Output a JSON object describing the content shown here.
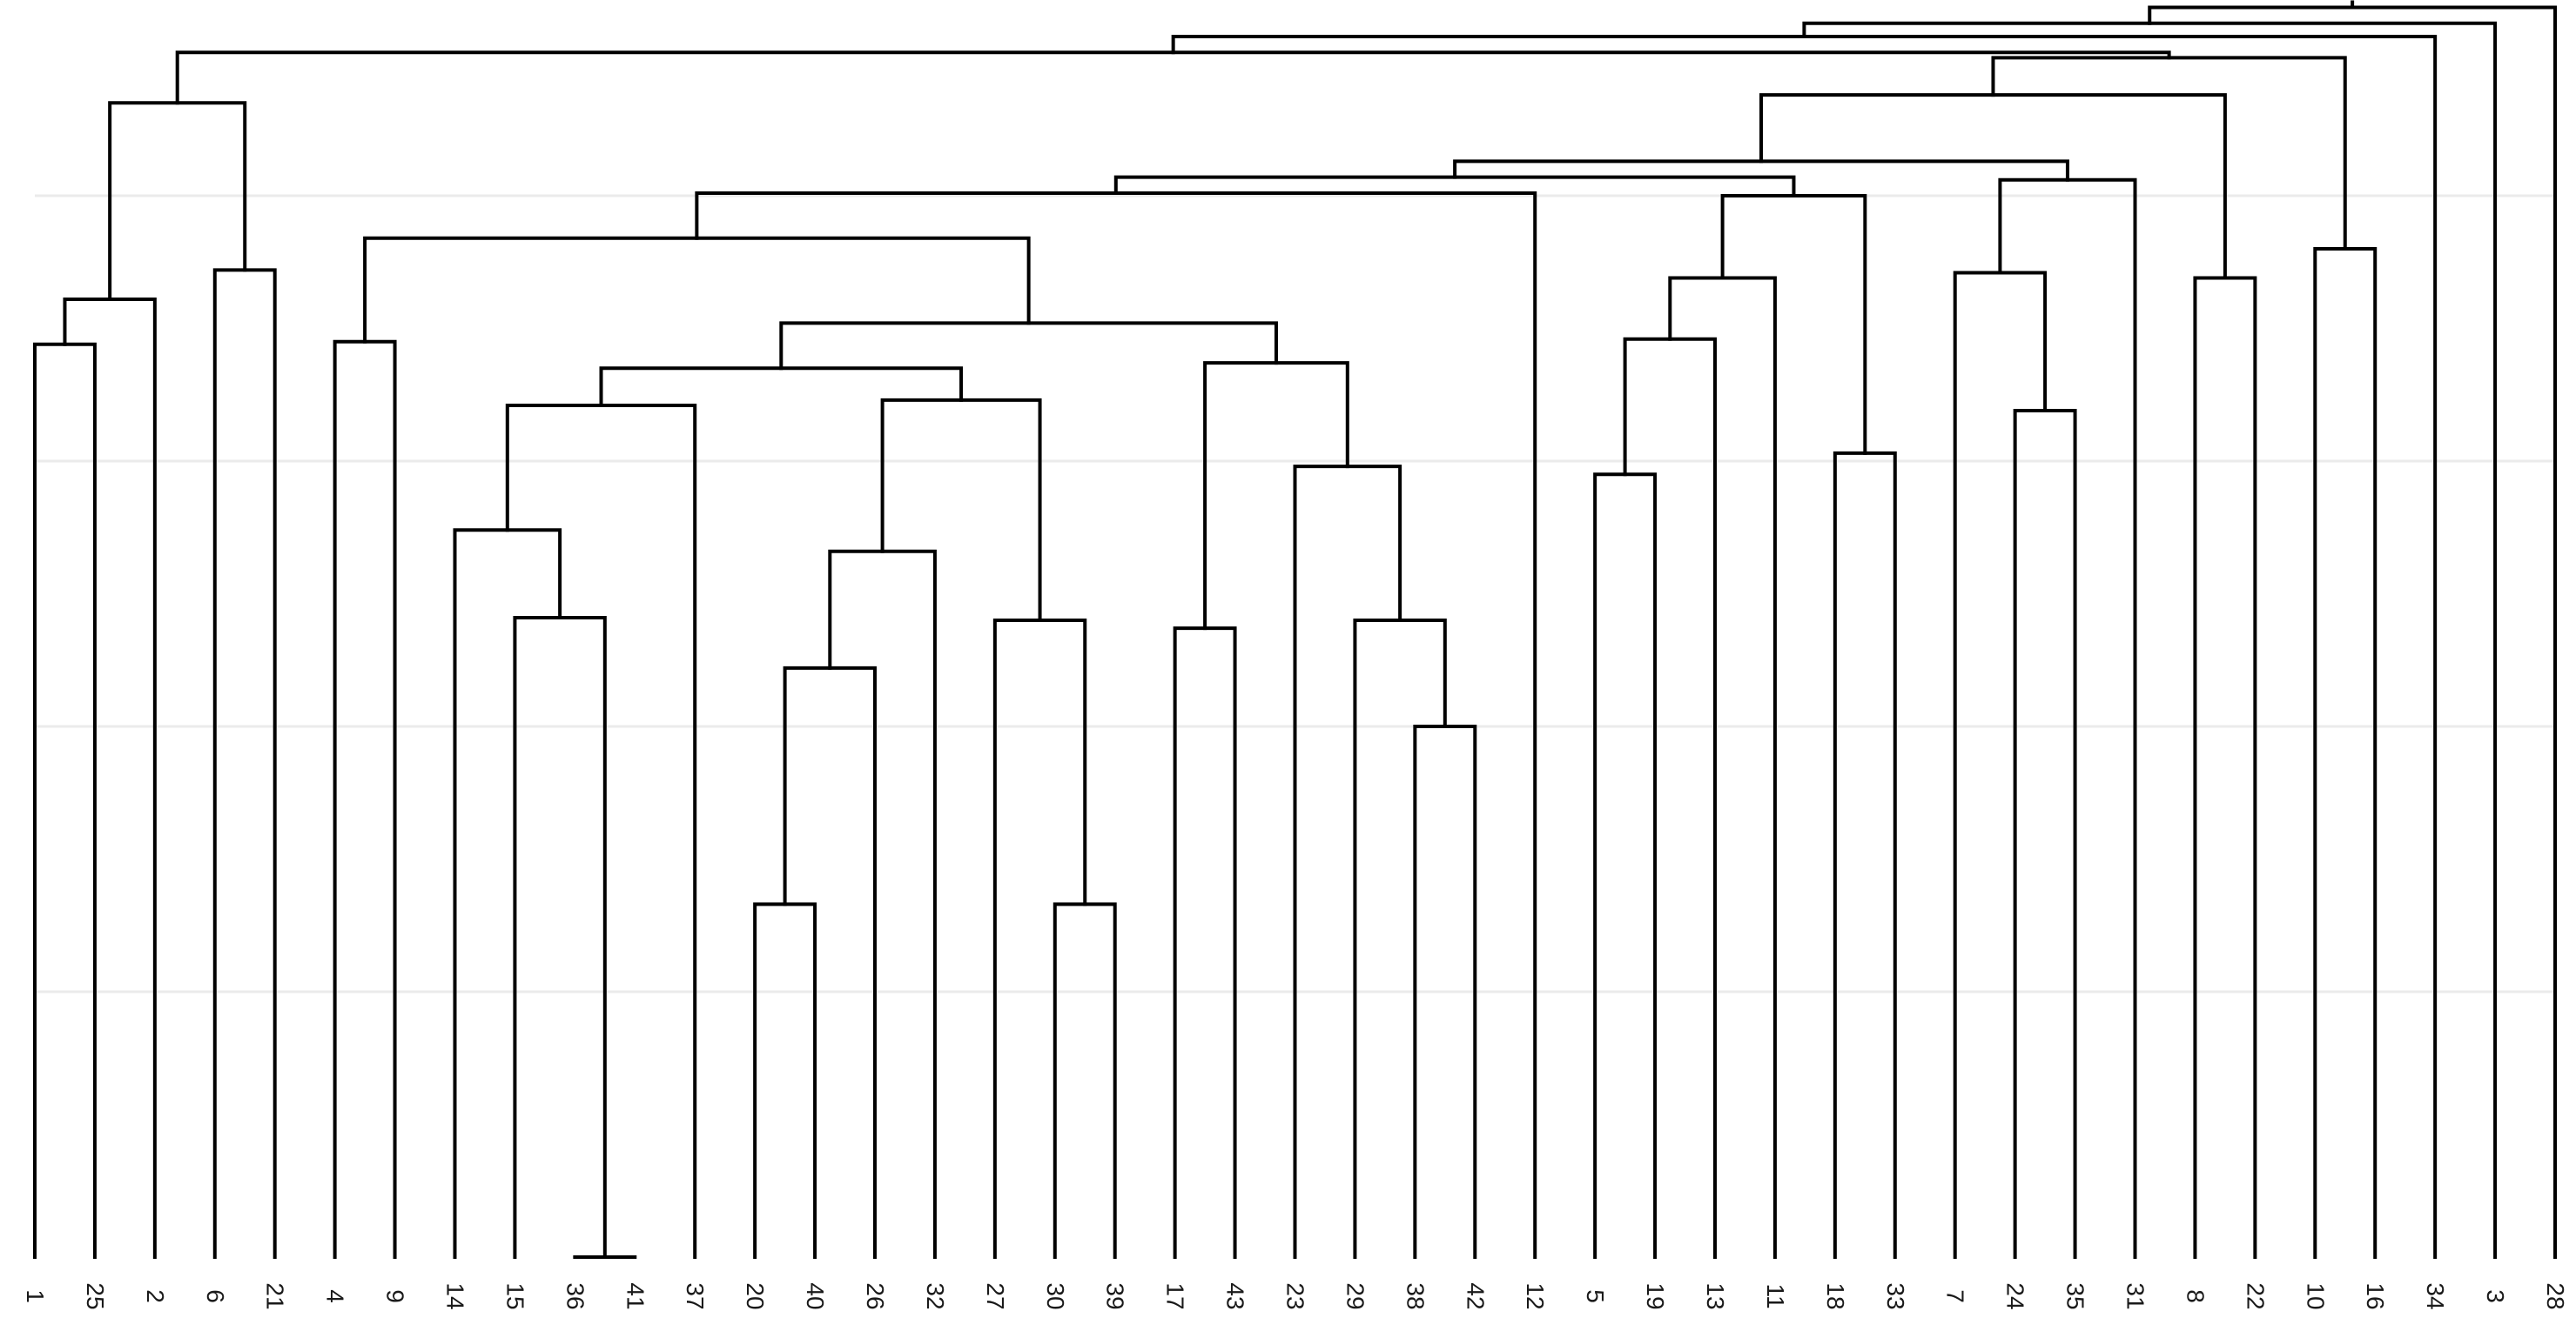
{
  "chart_data": {
    "type": "dendrogram",
    "title": "",
    "xlabel": "",
    "ylabel": "",
    "grid": true,
    "grid_orientation": "horizontal",
    "ylim": [
      0,
      4.75
    ],
    "y_gridlines": [
      1,
      2,
      3,
      4
    ],
    "leaf_order": [
      "1",
      "25",
      "2",
      "6",
      "21",
      "4",
      "9",
      "14",
      "15",
      "36",
      "41",
      "37",
      "20",
      "40",
      "26",
      "32",
      "27",
      "30",
      "39",
      "17",
      "43",
      "23",
      "29",
      "38",
      "42",
      "12",
      "5",
      "19",
      "13",
      "11",
      "18",
      "33",
      "7",
      "24",
      "35",
      "31",
      "8",
      "22",
      "10",
      "16",
      "34",
      "3",
      "28"
    ],
    "merges": [
      {
        "id": "m1",
        "left": "36",
        "right": "41",
        "height": 0.0
      },
      {
        "id": "m2",
        "left": "20",
        "right": "40",
        "height": 1.33
      },
      {
        "id": "m3",
        "left": "30",
        "right": "39",
        "height": 1.33
      },
      {
        "id": "m4",
        "left": "38",
        "right": "42",
        "height": 2.0
      },
      {
        "id": "m5",
        "left": "m2",
        "right": "26",
        "height": 2.22
      },
      {
        "id": "m6",
        "left": "15",
        "right": "m1",
        "height": 2.41
      },
      {
        "id": "m7",
        "left": "27",
        "right": "m3",
        "height": 2.4
      },
      {
        "id": "m8",
        "left": "17",
        "right": "43",
        "height": 2.37
      },
      {
        "id": "m9",
        "left": "29",
        "right": "m4",
        "height": 2.4
      },
      {
        "id": "m10",
        "left": "5",
        "right": "19",
        "height": 2.95
      },
      {
        "id": "m11",
        "left": "18",
        "right": "33",
        "height": 3.03
      },
      {
        "id": "m12",
        "left": "23",
        "right": "m9",
        "height": 2.98
      },
      {
        "id": "m13",
        "left": "14",
        "right": "m6",
        "height": 2.74
      },
      {
        "id": "m14",
        "left": "m5",
        "right": "32",
        "height": 2.66
      },
      {
        "id": "m15",
        "left": "24",
        "right": "35",
        "height": 3.19
      },
      {
        "id": "m16",
        "left": "4",
        "right": "9",
        "height": 3.45
      },
      {
        "id": "m17",
        "left": "m14",
        "right": "m7",
        "height": 3.23
      },
      {
        "id": "m18",
        "left": "m13",
        "right": "37",
        "height": 3.21
      },
      {
        "id": "m19",
        "left": "m8",
        "right": "m12",
        "height": 3.37
      },
      {
        "id": "m20",
        "left": "1",
        "right": "25",
        "height": 3.44
      },
      {
        "id": "m21",
        "left": "m10",
        "right": "13",
        "height": 3.46
      },
      {
        "id": "m22",
        "left": "m18",
        "right": "m17",
        "height": 3.35
      },
      {
        "id": "m23",
        "left": "m22",
        "right": "m19",
        "height": 3.52
      },
      {
        "id": "m24",
        "left": "m20",
        "right": "2",
        "height": 3.61
      },
      {
        "id": "m25",
        "left": "m21",
        "right": "11",
        "height": 3.69
      },
      {
        "id": "m26",
        "left": "8",
        "right": "22",
        "height": 3.69
      },
      {
        "id": "m27",
        "left": "6",
        "right": "21",
        "height": 3.72
      },
      {
        "id": "m28",
        "left": "7",
        "right": "m15",
        "height": 3.71
      },
      {
        "id": "m29",
        "left": "10",
        "right": "16",
        "height": 3.8
      },
      {
        "id": "m30",
        "left": "m16",
        "right": "m23",
        "height": 3.84
      },
      {
        "id": "m31",
        "left": "m25",
        "right": "m11",
        "height": 4.0
      },
      {
        "id": "m32",
        "left": "m30",
        "right": "12",
        "height": 4.01
      },
      {
        "id": "m33",
        "left": "m28",
        "right": "31",
        "height": 4.06
      },
      {
        "id": "m34",
        "left": "m32",
        "right": "m31",
        "height": 4.07
      },
      {
        "id": "m35",
        "left": "m34",
        "right": "m33",
        "height": 4.13
      },
      {
        "id": "m36",
        "left": "m24",
        "right": "m27",
        "height": 4.35
      },
      {
        "id": "m37",
        "left": "m35",
        "right": "m26",
        "height": 4.38
      },
      {
        "id": "m38",
        "left": "m37",
        "right": "m29",
        "height": 4.52
      },
      {
        "id": "m39",
        "left": "m36",
        "right": "m38",
        "height": 4.54
      },
      {
        "id": "m40",
        "left": "m39",
        "right": "34",
        "height": 4.6
      },
      {
        "id": "m41",
        "left": "m40",
        "right": "3",
        "height": 4.65
      },
      {
        "id": "m42",
        "left": "m41",
        "right": "28",
        "height": 4.71
      }
    ]
  }
}
